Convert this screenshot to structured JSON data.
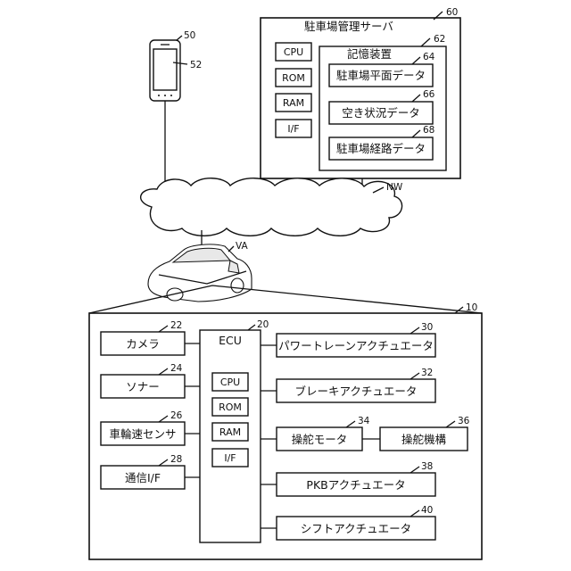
{
  "server": {
    "title": "駐車場管理サーバ",
    "ref": "60",
    "cpu": "CPU",
    "rom": "ROM",
    "ram": "RAM",
    "if": "I/F",
    "storage": {
      "title": "記憶装置",
      "ref": "62",
      "items": [
        {
          "label": "駐車場平面データ",
          "ref": "64"
        },
        {
          "label": "空き状況データ",
          "ref": "66"
        },
        {
          "label": "駐車場経路データ",
          "ref": "68"
        }
      ]
    }
  },
  "phone": {
    "ref": "50",
    "screen_ref": "52"
  },
  "network": {
    "label": "NW"
  },
  "vehicle": {
    "label": "VA"
  },
  "system": {
    "ref": "10",
    "ecu": {
      "title": "ECU",
      "ref": "20",
      "cpu": "CPU",
      "rom": "ROM",
      "ram": "RAM",
      "if": "I/F"
    },
    "inputs": [
      {
        "label": "カメラ",
        "ref": "22"
      },
      {
        "label": "ソナー",
        "ref": "24"
      },
      {
        "label": "車輪速センサ",
        "ref": "26"
      },
      {
        "label": "通信I/F",
        "ref": "28"
      }
    ],
    "outputs": [
      {
        "label": "パワートレーンアクチュエータ",
        "ref": "30"
      },
      {
        "label": "ブレーキアクチュエータ",
        "ref": "32"
      },
      {
        "label": "操舵モータ",
        "ref": "34"
      },
      {
        "label": "操舵機構",
        "ref": "36"
      },
      {
        "label": "PKBアクチュエータ",
        "ref": "38"
      },
      {
        "label": "シフトアクチュエータ",
        "ref": "40"
      }
    ]
  }
}
